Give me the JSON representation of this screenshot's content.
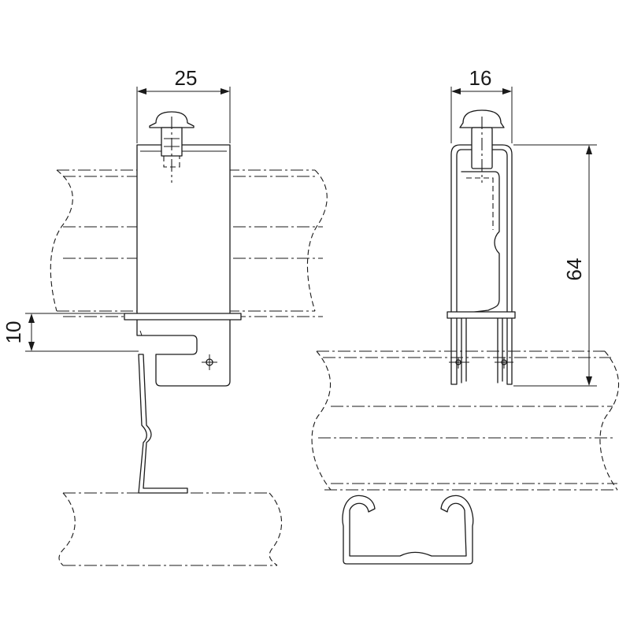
{
  "drawing": {
    "dimensions": {
      "front_width": "25",
      "side_width": "16",
      "side_height": "64",
      "front_offset": "10"
    }
  }
}
